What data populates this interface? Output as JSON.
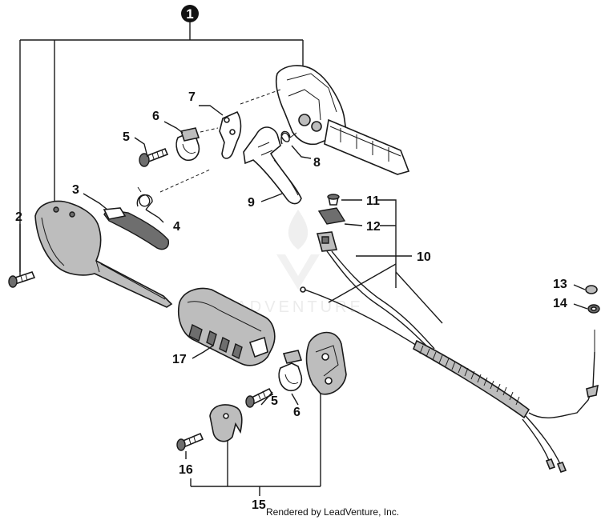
{
  "assembly_number": "1",
  "callouts": {
    "c2": "2",
    "c3": "3",
    "c4": "4",
    "c5a": "5",
    "c5b": "5",
    "c6a": "6",
    "c6b": "6",
    "c7": "7",
    "c8": "8",
    "c9": "9",
    "c10": "10",
    "c11": "11",
    "c12": "12",
    "c13": "13",
    "c14": "14",
    "c15": "15",
    "c16": "16",
    "c17": "17"
  },
  "watermark": "LEADVENTURE",
  "credit": "Rendered by LeadVenture, Inc."
}
